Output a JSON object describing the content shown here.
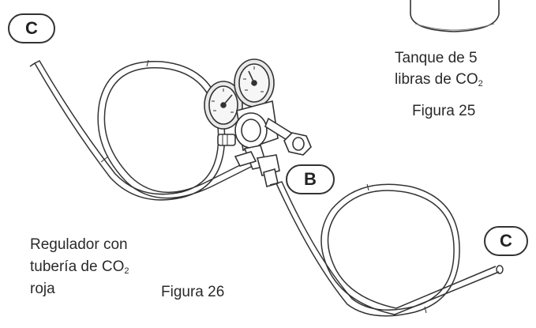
{
  "callouts": {
    "c_top": "C",
    "b": "B",
    "c_right": "C"
  },
  "tank_label": {
    "line1": "Tanque de 5",
    "line2": "libras de CO",
    "sub": "2"
  },
  "figure25": "Figura 25",
  "regulator_label": {
    "line1": "Regulador con",
    "line2": "tubería de CO",
    "sub": "2",
    "line3": "roja"
  },
  "figure26": "Figura 26",
  "colors": {
    "stroke": "#333333",
    "fill": "#ffffff",
    "dial": "#f2f2f2"
  }
}
